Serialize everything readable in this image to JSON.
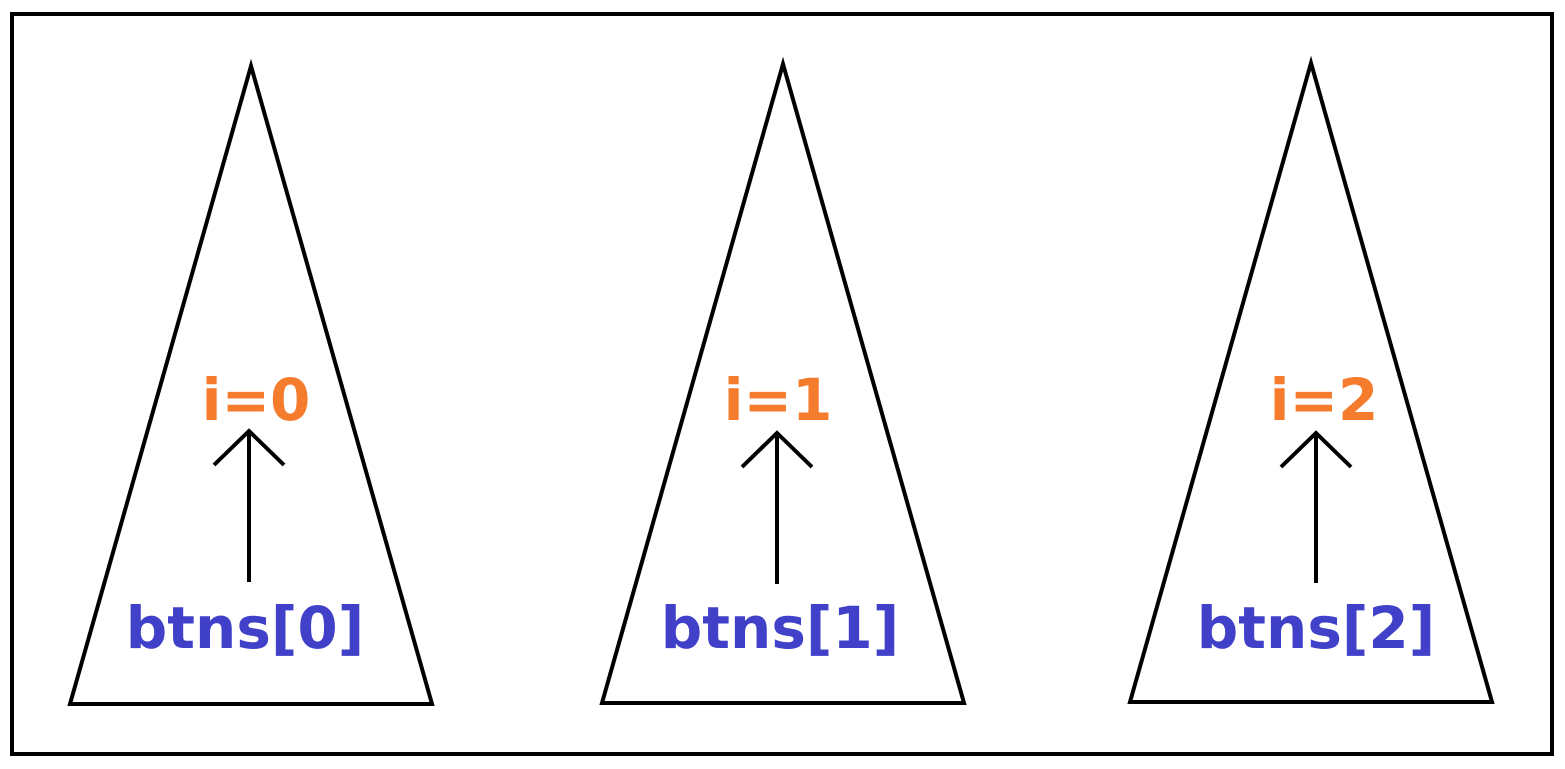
{
  "colors": {
    "index_text": "#F47C2C",
    "button_text": "#4040C8",
    "stroke": "#000000",
    "background": "#FFFFFF"
  },
  "items": [
    {
      "index_label": "i=0",
      "button_label": "btns[0]"
    },
    {
      "index_label": "i=1",
      "button_label": "btns[1]"
    },
    {
      "index_label": "i=2",
      "button_label": "btns[2]"
    }
  ]
}
